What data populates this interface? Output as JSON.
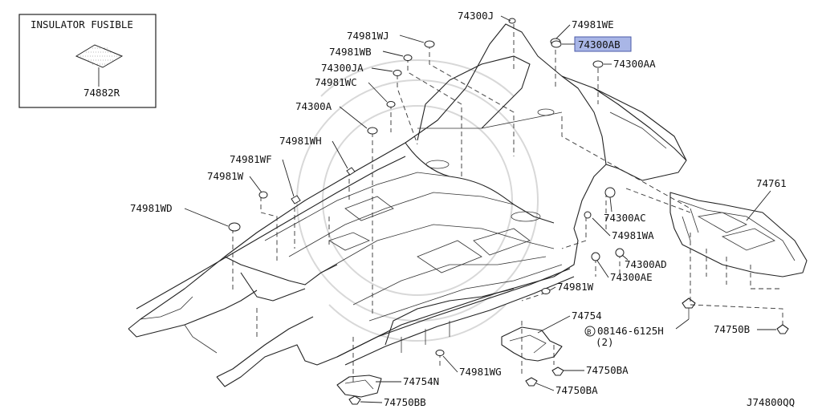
{
  "diagram_code": "J74800QQ",
  "inset": {
    "title": "INSULATOR FUSIBLE",
    "part": "74882R"
  },
  "highlight_color": "#a9b6e6",
  "callouts": [
    {
      "id": "74300J",
      "label": "74300J"
    },
    {
      "id": "74981WE",
      "label": "74981WE"
    },
    {
      "id": "74300AB",
      "label": "74300AB",
      "highlighted": true
    },
    {
      "id": "74981WJ",
      "label": "74981WJ"
    },
    {
      "id": "74981WB",
      "label": "74981WB"
    },
    {
      "id": "74300JA",
      "label": "74300JA"
    },
    {
      "id": "74300AA",
      "label": "74300AA"
    },
    {
      "id": "74981WC",
      "label": "74981WC"
    },
    {
      "id": "74300A",
      "label": "74300A"
    },
    {
      "id": "74981WH",
      "label": "74981WH"
    },
    {
      "id": "74981WF",
      "label": "74981WF"
    },
    {
      "id": "74981W",
      "label": "74981W"
    },
    {
      "id": "74761",
      "label": "74761"
    },
    {
      "id": "74981WD",
      "label": "74981WD"
    },
    {
      "id": "74300AC",
      "label": "74300AC"
    },
    {
      "id": "74981WA",
      "label": "74981WA"
    },
    {
      "id": "74300AD",
      "label": "74300AD"
    },
    {
      "id": "74300AE",
      "label": "74300AE"
    },
    {
      "id": "74981W_b",
      "label": "74981W"
    },
    {
      "id": "74754",
      "label": "74754"
    },
    {
      "id": "08146-6125H",
      "label": "08146-6125H",
      "prefix": "B",
      "qty": "(2)"
    },
    {
      "id": "74750B",
      "label": "74750B"
    },
    {
      "id": "74754N",
      "label": "74754N"
    },
    {
      "id": "74981WG",
      "label": "74981WG"
    },
    {
      "id": "74750BA_a",
      "label": "74750BA"
    },
    {
      "id": "74750BA_b",
      "label": "74750BA"
    },
    {
      "id": "74750BB",
      "label": "74750BB"
    }
  ]
}
